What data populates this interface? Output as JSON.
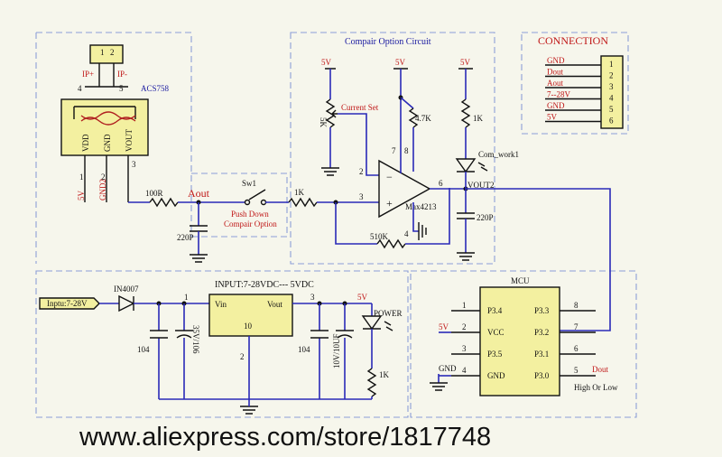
{
  "sections": {
    "compare_title": "Compair Option Circuit",
    "connection_title": "CONNECTION",
    "mcu_title": "MCU",
    "input_title": "INPUT:7-28VDC--- 5VDC"
  },
  "sensor": {
    "name": "ACS758",
    "pin1": "1",
    "pin2": "2",
    "ip_plus": "IP+",
    "ip_minus": "IP-",
    "pin4": "4",
    "pin5": "5",
    "vdd": "VDD",
    "gnd": "GND",
    "vout": "VOUT",
    "pinA": "1",
    "pinB": "2",
    "pinC": "3",
    "label5v": "5V",
    "labelgnd2": "GND2"
  },
  "comp": {
    "r100": "100R",
    "aout": "Aout",
    "cap220": "220P",
    "sw": "Sw1",
    "push1": "Push Down",
    "push2": "Compair Option",
    "r1k_in": "1K",
    "v5_a": "5V",
    "v5_b": "5V",
    "v5_c": "5V",
    "pot": "5K",
    "current_set": "Current Set",
    "r47": "4.7K",
    "r1k_led": "1K",
    "led_label": "Com_work1",
    "vout2": "VOUT2",
    "pin2": "2",
    "pin3": "3",
    "pin6": "6",
    "pin7": "7",
    "pin8": "8",
    "pin4": "4",
    "chip": "Max4213",
    "r510k": "510K",
    "cap220b": "220P"
  },
  "connection": {
    "labels": [
      "GND",
      "Dout",
      "Aout",
      "7--28V",
      "GND",
      "5V"
    ],
    "pins": [
      "1",
      "2",
      "3",
      "4",
      "5",
      "6"
    ]
  },
  "input": {
    "tag": "Inptu:7-28V",
    "diode": "IN4007",
    "pin1": "1",
    "vin": "Vin",
    "vout": "Vout",
    "pin3": "3",
    "pin10": "10",
    "pin2": "2",
    "cap104a": "104",
    "cap35": "35V/106",
    "cap104b": "104",
    "cap10": "10V/10UF",
    "v5": "5V",
    "power": "POWER",
    "r1k": "1K"
  },
  "mcu": {
    "left_pins": [
      "1",
      "2",
      "3",
      "4"
    ],
    "left_names": [
      "P3.4",
      "VCC",
      "P3.5",
      "GND"
    ],
    "right_names": [
      "P3.3",
      "P3.2",
      "P3.1",
      "P3.0"
    ],
    "right_pins": [
      "8",
      "7",
      "6",
      "5"
    ],
    "v5": "5V",
    "gnd": "GND",
    "dout": "Dout",
    "hilo": "High Or Low"
  },
  "footer": {
    "url": "www.aliexpress.com/store/1817748"
  }
}
